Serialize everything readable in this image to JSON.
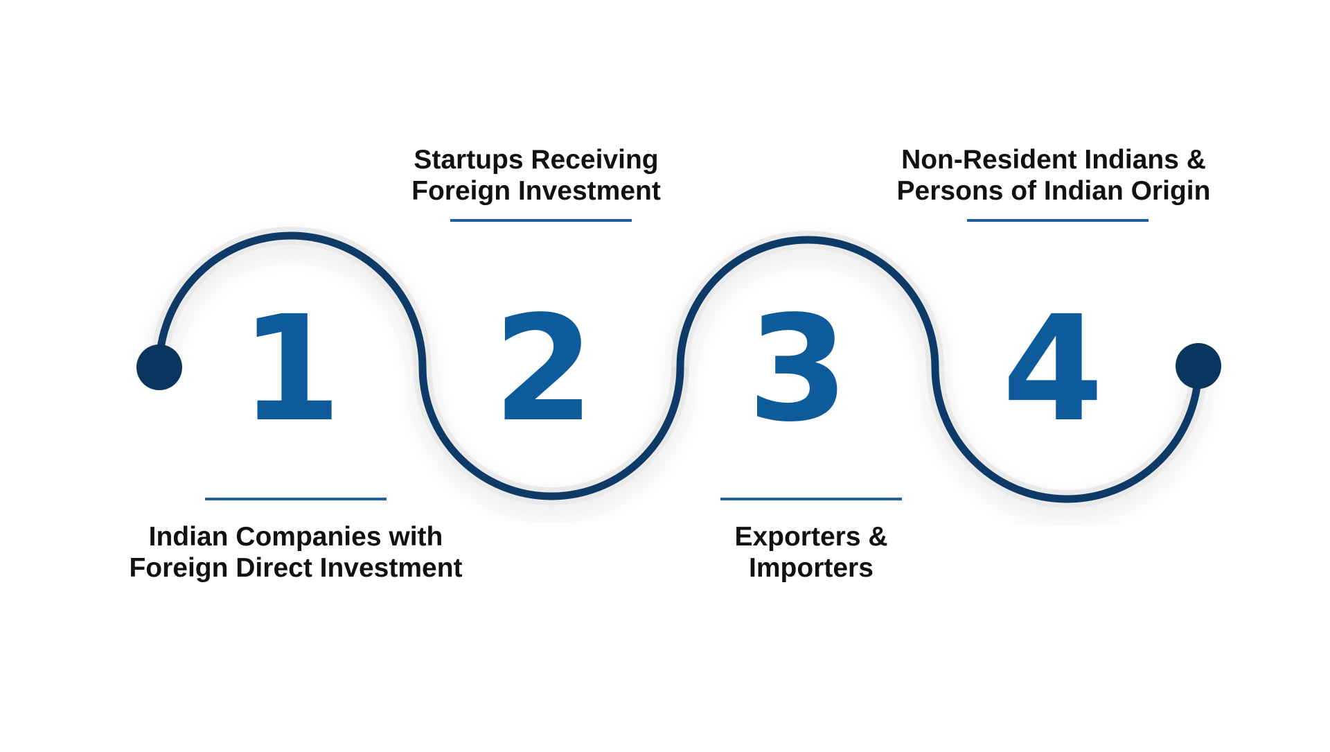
{
  "colors": {
    "background": "#ffffff",
    "path": "#0d3a66",
    "node": "#0a355e",
    "number": "#0d5b9b",
    "rule": "#1f5fa0",
    "text": "#111111"
  },
  "steps": [
    {
      "number": "1",
      "label_line1": "Indian Companies with",
      "label_line2": "Foreign Direct Investment",
      "label_position": "below"
    },
    {
      "number": "2",
      "label_line1": "Startups Receiving",
      "label_line2": "Foreign Investment",
      "label_position": "above"
    },
    {
      "number": "3",
      "label_line1": "Exporters &",
      "label_line2": "Importers",
      "label_position": "below"
    },
    {
      "number": "4",
      "label_line1": "Non-Resident Indians &",
      "label_line2": "Persons of Indian Origin",
      "label_position": "above"
    }
  ]
}
